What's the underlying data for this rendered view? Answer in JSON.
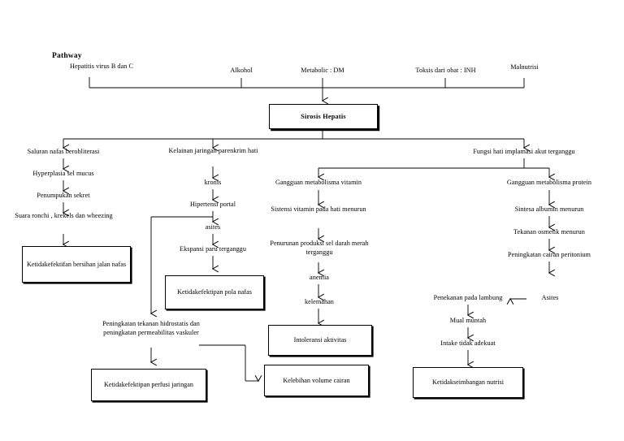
{
  "diagram": {
    "title": "Pathway",
    "type": "medical-pathway-flowchart",
    "language": "id",
    "colors": {
      "stroke": "#000000",
      "background": "#ffffff",
      "text": "#000000"
    },
    "etiology": [
      {
        "id": "e1",
        "label": "Hepatitis virus B dan C"
      },
      {
        "id": "e2",
        "label": "Alkohol"
      },
      {
        "id": "e3",
        "label": "Metabolic : DM"
      },
      {
        "id": "e4",
        "label": "Toksis dari obat : INH"
      },
      {
        "id": "e5",
        "label": "Malnutrisi"
      }
    ],
    "central": {
      "id": "c1",
      "label": "Sirosis Hepatis"
    },
    "branch_a": [
      {
        "id": "a1",
        "label": "Saluran nafas berobliterasi"
      },
      {
        "id": "a2",
        "label": "Hyperplasia sel mucus"
      },
      {
        "id": "a3",
        "label": "Penumpukan sekret"
      },
      {
        "id": "a4",
        "label": "Suara ronchi , krekels dan wheezing"
      }
    ],
    "branch_a_outcome": {
      "id": "ao",
      "label": "Ketidakefektifan bersihan jalan nafas"
    },
    "branch_b": [
      {
        "id": "b1",
        "label": "Kelainan jaringan parenkrim hati"
      },
      {
        "id": "b2",
        "label": "kronis"
      },
      {
        "id": "b3",
        "label": "Hipertensi portal"
      },
      {
        "id": "b4",
        "label": "asites"
      },
      {
        "id": "b5",
        "label": "Ekspansi paru terganggu"
      }
    ],
    "branch_b_outcome": {
      "id": "bo",
      "label": "Ketidakefektipan pola nafas"
    },
    "branch_b_side": [
      {
        "id": "bs1",
        "label": "Peningkatan tekanan hidrostatis dan peningkatan permeabilitas vaskuler"
      }
    ],
    "branch_b_side_outcome": {
      "id": "bso",
      "label": "Ketidakefektipan perfusi jaringan"
    },
    "branch_b_side_outcome2": {
      "id": "bso2",
      "label": "Kelebihan volume cairan"
    },
    "branch_c_head": {
      "id": "ch",
      "label": "Fungsi hati implamasi akut terganggu"
    },
    "branch_c": [
      {
        "id": "c1a",
        "label": "Gangguan metabolisma vitamin"
      },
      {
        "id": "c2a",
        "label": "Sistensi vitamin pada hati menurun"
      },
      {
        "id": "c3a",
        "label": "Penurunan produksi sel darah merah terganggu"
      },
      {
        "id": "c4a",
        "label": "anemia"
      },
      {
        "id": "c5a",
        "label": "kelemahan"
      }
    ],
    "branch_c_outcome": {
      "id": "co",
      "label": "Intoleransi aktivitas"
    },
    "branch_d": [
      {
        "id": "d1",
        "label": "Gangguan metabolisma protein"
      },
      {
        "id": "d2",
        "label": "Sintesa albumin menurun"
      },
      {
        "id": "d3",
        "label": "Tekanan osmetik menurun"
      },
      {
        "id": "d4",
        "label": "Peningkatan cairan peritonium"
      },
      {
        "id": "d5",
        "label": "Asites"
      }
    ],
    "branch_d_left": [
      {
        "id": "dl1",
        "label": "Penekanan pada lambung"
      },
      {
        "id": "dl2",
        "label": "Mual muntah"
      },
      {
        "id": "dl3",
        "label": "Intake tidak adekuat"
      }
    ],
    "branch_d_outcome": {
      "id": "do",
      "label": "Ketidakseimbangan nutrisi"
    }
  }
}
